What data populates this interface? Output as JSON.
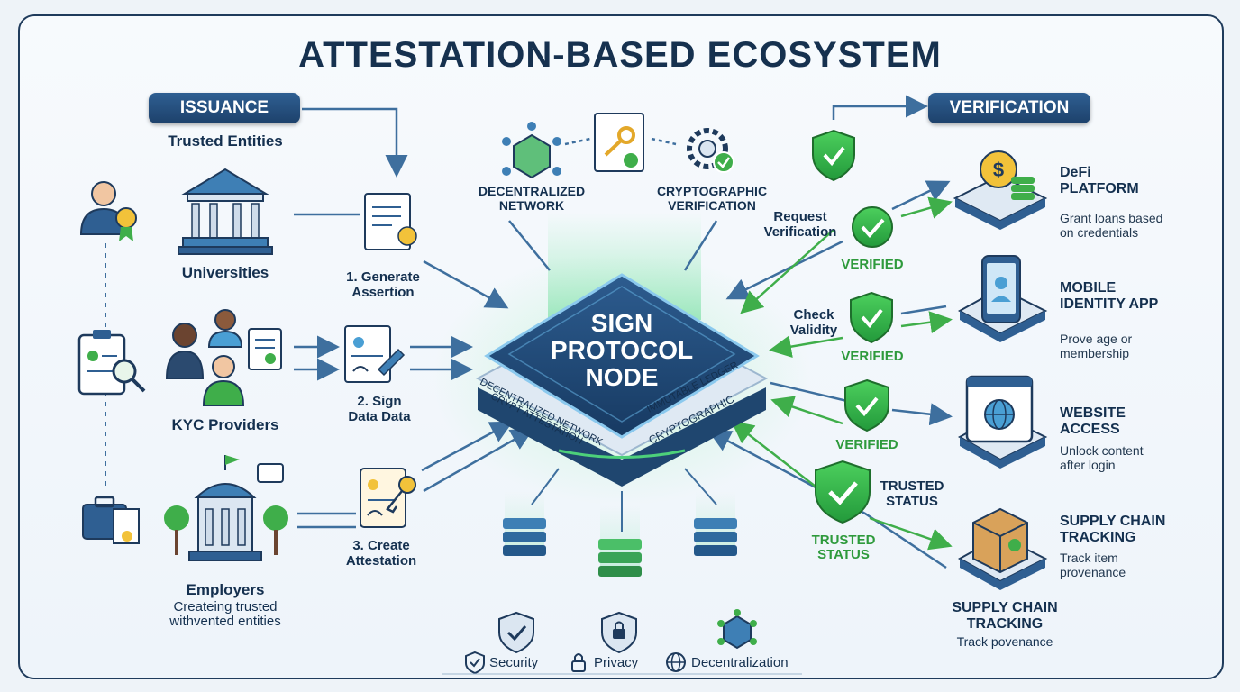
{
  "title": "ATTESTATION-BASED ECOSYSTEM",
  "issuance": {
    "label": "ISSUANCE",
    "subtitle": "Trusted Entities",
    "entities": [
      "Universities",
      "KYC Providers",
      "Employers"
    ],
    "employers_caption_line1": "Createing trusted",
    "employers_caption_line2": "withvented entities",
    "steps": [
      {
        "line1": "1. Generate",
        "line2": "Assertion"
      },
      {
        "line1": "2. Sign",
        "line2": "Data Data"
      },
      {
        "line1": "3. Create",
        "line2": "Attestation"
      }
    ]
  },
  "top_nodes": [
    {
      "line1": "DECENTRALIZED",
      "line2": "NETWORK"
    },
    {
      "line1": "CRYPTOGRAPHIC",
      "line2": "VERIFICATION"
    }
  ],
  "core": {
    "line1": "SIGN",
    "line2": "PROTOCOL",
    "line3": "NODE",
    "ring_labels": [
      "DECENTRALIZED NETWORK",
      "CRYPT ATTESTATION",
      "IMMUTABLE LEDGER",
      "CRYPTOGRAPHIC"
    ]
  },
  "verification": {
    "label": "VERIFICATION",
    "request_line1": "Request",
    "request_line2": "Verification",
    "check_line1": "Check",
    "check_line2": "Validity",
    "verified": [
      "VERIFIED",
      "VERIFIED",
      "VERIFIED"
    ],
    "trusted_status_dark_line1": "TRUSTED",
    "trusted_status_dark_line2": "STATUS",
    "trusted_status_green_line1": "TRUSTED",
    "trusted_status_green_line2": "STATUS"
  },
  "services": [
    {
      "title1": "DeFi",
      "title2": "PLATFORM",
      "desc1": "Grant loans based",
      "desc2": "on credentials"
    },
    {
      "title1": "MOBILE",
      "title2": "IDENTITY APP",
      "desc1": "Prove age or",
      "desc2": "membership"
    },
    {
      "title1": "WEBSITE",
      "title2": "ACCESS",
      "desc1": "Unlock content",
      "desc2": "after login"
    },
    {
      "title1": "SUPPLY CHAIN",
      "title2": "TRACKING",
      "desc1": "Track item",
      "desc2": "provenance"
    }
  ],
  "supply_footer": {
    "line1": "SUPPLY CHAIN",
    "line2": "TRACKING",
    "desc": "Track povenance"
  },
  "legend": [
    "Security",
    "Privacy",
    "Decentralization"
  ],
  "colors": {
    "navy": "#1d416b",
    "green": "#2e9a3c",
    "arrow_blue": "#3e6f9e",
    "glow": "#7fe0a8"
  }
}
